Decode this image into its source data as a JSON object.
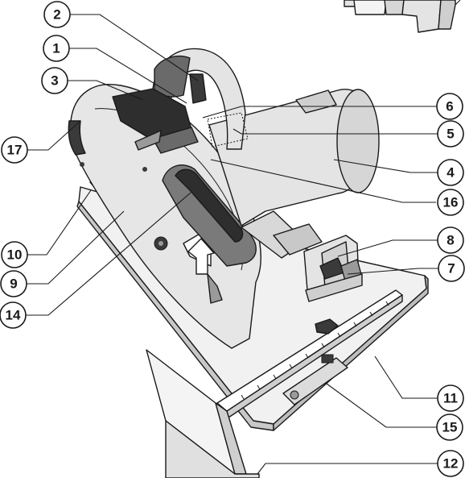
{
  "callouts": [
    {
      "id": "c2",
      "label": "2"
    },
    {
      "id": "c1",
      "label": "1"
    },
    {
      "id": "c3",
      "label": "3"
    },
    {
      "id": "c17",
      "label": "17"
    },
    {
      "id": "c10",
      "label": "10"
    },
    {
      "id": "c9",
      "label": "9"
    },
    {
      "id": "c14",
      "label": "14"
    },
    {
      "id": "c6",
      "label": "6"
    },
    {
      "id": "c5",
      "label": "5"
    },
    {
      "id": "c4",
      "label": "4"
    },
    {
      "id": "c16",
      "label": "16"
    },
    {
      "id": "c8",
      "label": "8"
    },
    {
      "id": "c7",
      "label": "7"
    },
    {
      "id": "c11",
      "label": "11"
    },
    {
      "id": "c15",
      "label": "15"
    },
    {
      "id": "c12",
      "label": "12"
    }
  ],
  "colors": {
    "line": "#1a1a1a",
    "body": "#e4e4e4",
    "dark": "#3a3a3a",
    "mid": "#9a9a9a",
    "light": "#f4f4f4"
  }
}
